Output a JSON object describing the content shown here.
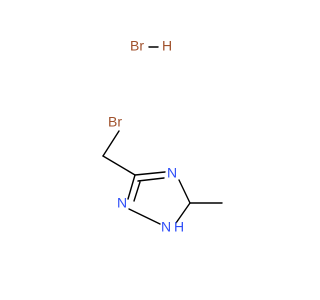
{
  "molecule": {
    "salt": {
      "br_label": "Br",
      "h_label": "H"
    },
    "atoms": {
      "br_label": "Br",
      "n_upper_label": "N",
      "n_left_label": "N",
      "nh_label": "N",
      "h_label": "H"
    },
    "colors": {
      "bromine": "#a0522d",
      "nitrogen": "#3050f8",
      "bond": "#000000",
      "background": "#ffffff"
    }
  }
}
